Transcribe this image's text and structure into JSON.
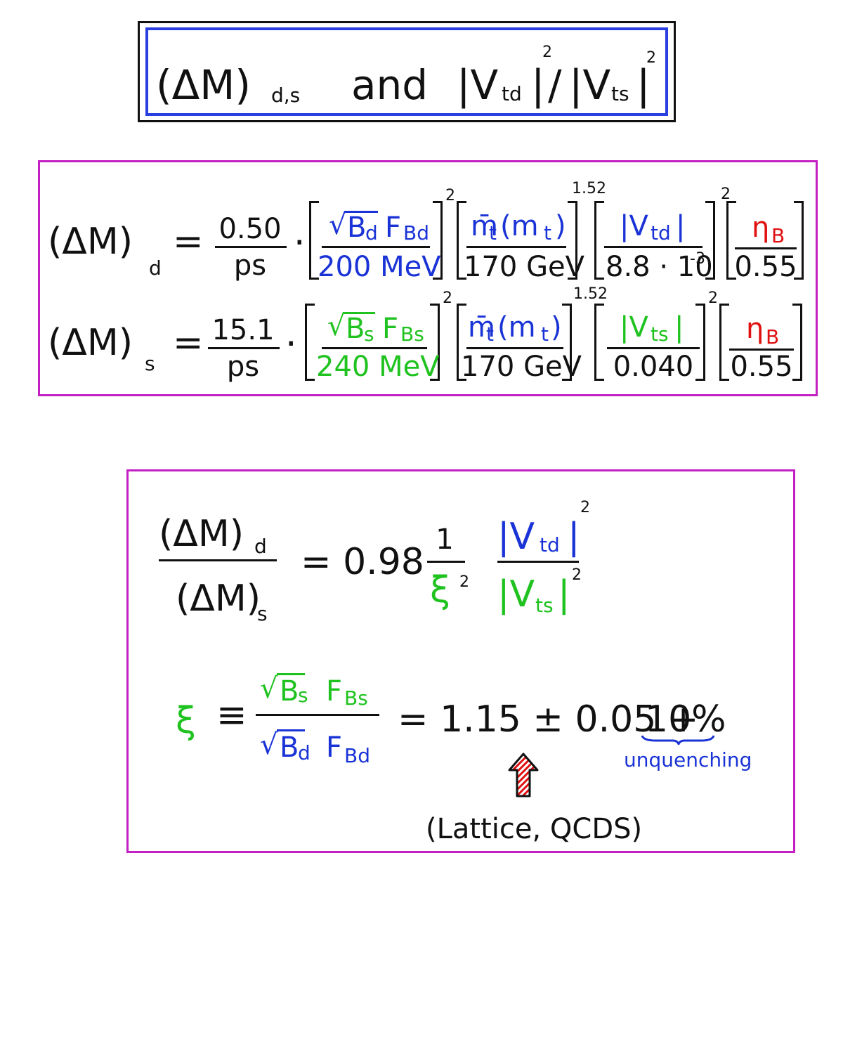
{
  "title": {
    "dm": "(ΔM)",
    "dm_sub": "d,s",
    "and": "and",
    "vtd": "|V",
    "vtd_sub": "td",
    "vtd_bar": "|",
    "sq1": "2",
    "slash": "/",
    "vts": "|V",
    "vts_sub": "ts",
    "vts_bar": "|",
    "sq2": "2"
  },
  "eq_d": {
    "lhs": "(ΔM)",
    "lhs_sub": "d",
    "equals": "=",
    "coef_num": "0.50",
    "coef_den": "ps",
    "dot": "·",
    "f1_num_b": "B",
    "f1_num_b_sub": "d",
    "f1_num_f": "F",
    "f1_num_f_sub": "Bd",
    "f1_den": "200 MeV",
    "f1_exp": "2",
    "f2_num": "m̄",
    "f2_num_sub": "t",
    "f2_num_arg": "(m",
    "f2_num_arg_sub": "t",
    "f2_num_close": ")",
    "f2_den": "170 GeV",
    "f2_exp": "1.52",
    "f3_num": "|V",
    "f3_num_sub": "td",
    "f3_num_bar": "|",
    "f3_den": "8.8 · 10",
    "f3_den_exp": "-3",
    "f3_exp": "2",
    "f4_num": "η",
    "f4_num_sub": "B",
    "f4_den": "0.55"
  },
  "eq_s": {
    "lhs": "(ΔM)",
    "lhs_sub": "s",
    "equals": "=",
    "coef_num": "15.1",
    "coef_den": "ps",
    "dot": "·",
    "f1_num_b": "B",
    "f1_num_b_sub": "s",
    "f1_num_f": "F",
    "f1_num_f_sub": "Bs",
    "f1_den": "240 MeV",
    "f1_exp": "2",
    "f2_num": "m̄",
    "f2_num_sub": "t",
    "f2_num_arg": "(m",
    "f2_num_arg_sub": "t",
    "f2_num_close": ")",
    "f2_den": "170 GeV",
    "f2_exp": "1.52",
    "f3_num": "|V",
    "f3_num_sub": "ts",
    "f3_num_bar": "|",
    "f3_den": "0.040",
    "f3_exp": "2",
    "f4_num": "η",
    "f4_num_sub": "B",
    "f4_den": "0.55"
  },
  "ratio": {
    "num": "(ΔM)",
    "num_sub": "d",
    "den": "(ΔM)",
    "den_sub": "s",
    "equals": "= 0.98",
    "one": "1",
    "xi": "ξ",
    "xi_exp": "2",
    "vtd": "|V",
    "vtd_sub": "td",
    "vtd_bar": "|",
    "vtd_exp": "2",
    "vts": "|V",
    "vts_sub": "ts",
    "vts_bar": "|",
    "vts_exp": "2"
  },
  "xi_def": {
    "xi": "ξ",
    "equiv": "≡",
    "num_b": "B",
    "num_b_sub": "s",
    "num_f": "F",
    "num_f_sub": "Bs",
    "den_b": "B",
    "den_b_sub": "d",
    "den_f": "F",
    "den_f_sub": "Bd",
    "value": "= 1.15 ± 0.05 +",
    "percent": "10%",
    "unquenching": "unquenching",
    "source": "(Lattice, QCDS)"
  },
  "colors": {
    "title_border": "#2a3fe0",
    "box_border": "#c31fc3",
    "blue": "#1a33d6",
    "green": "#1fc21f",
    "red": "#e01010"
  }
}
